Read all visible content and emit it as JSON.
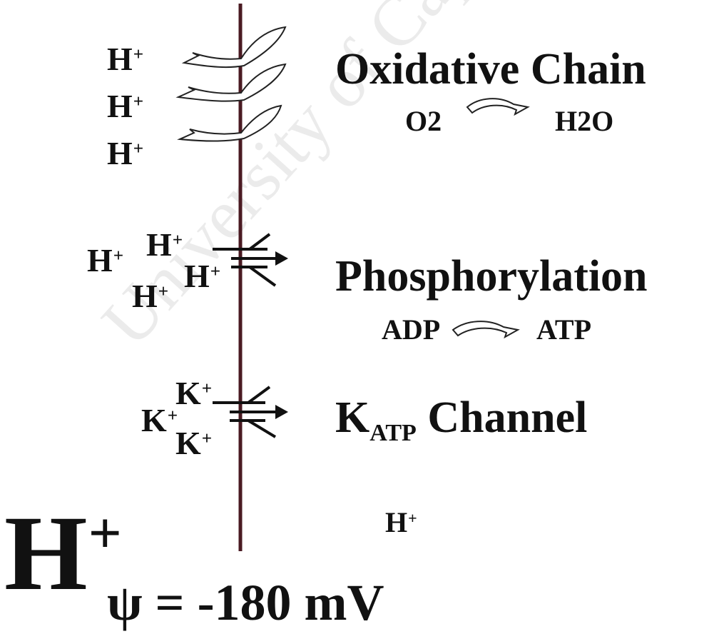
{
  "oxidative": {
    "title": "Oxidative Chain",
    "reactant": "O2",
    "product": "H2O",
    "ions": [
      "H+",
      "H+",
      "H+"
    ]
  },
  "phosphorylation": {
    "title": "Phosphorylation",
    "reactant": "ADP",
    "product": "ATP",
    "ions": [
      "H+",
      "H+",
      "H+",
      "H+"
    ]
  },
  "katp": {
    "title_main": "K",
    "title_sub": "ATP",
    "title_rest": " Channel",
    "ions": [
      "K+",
      "K+",
      "K+"
    ]
  },
  "matrix_ion": "H+",
  "big_ion": "H+",
  "potential": "ψ = -180 mV",
  "watermark": "University of Cape Town",
  "colors": {
    "membrane": "#4a1a22",
    "text": "#111111"
  }
}
